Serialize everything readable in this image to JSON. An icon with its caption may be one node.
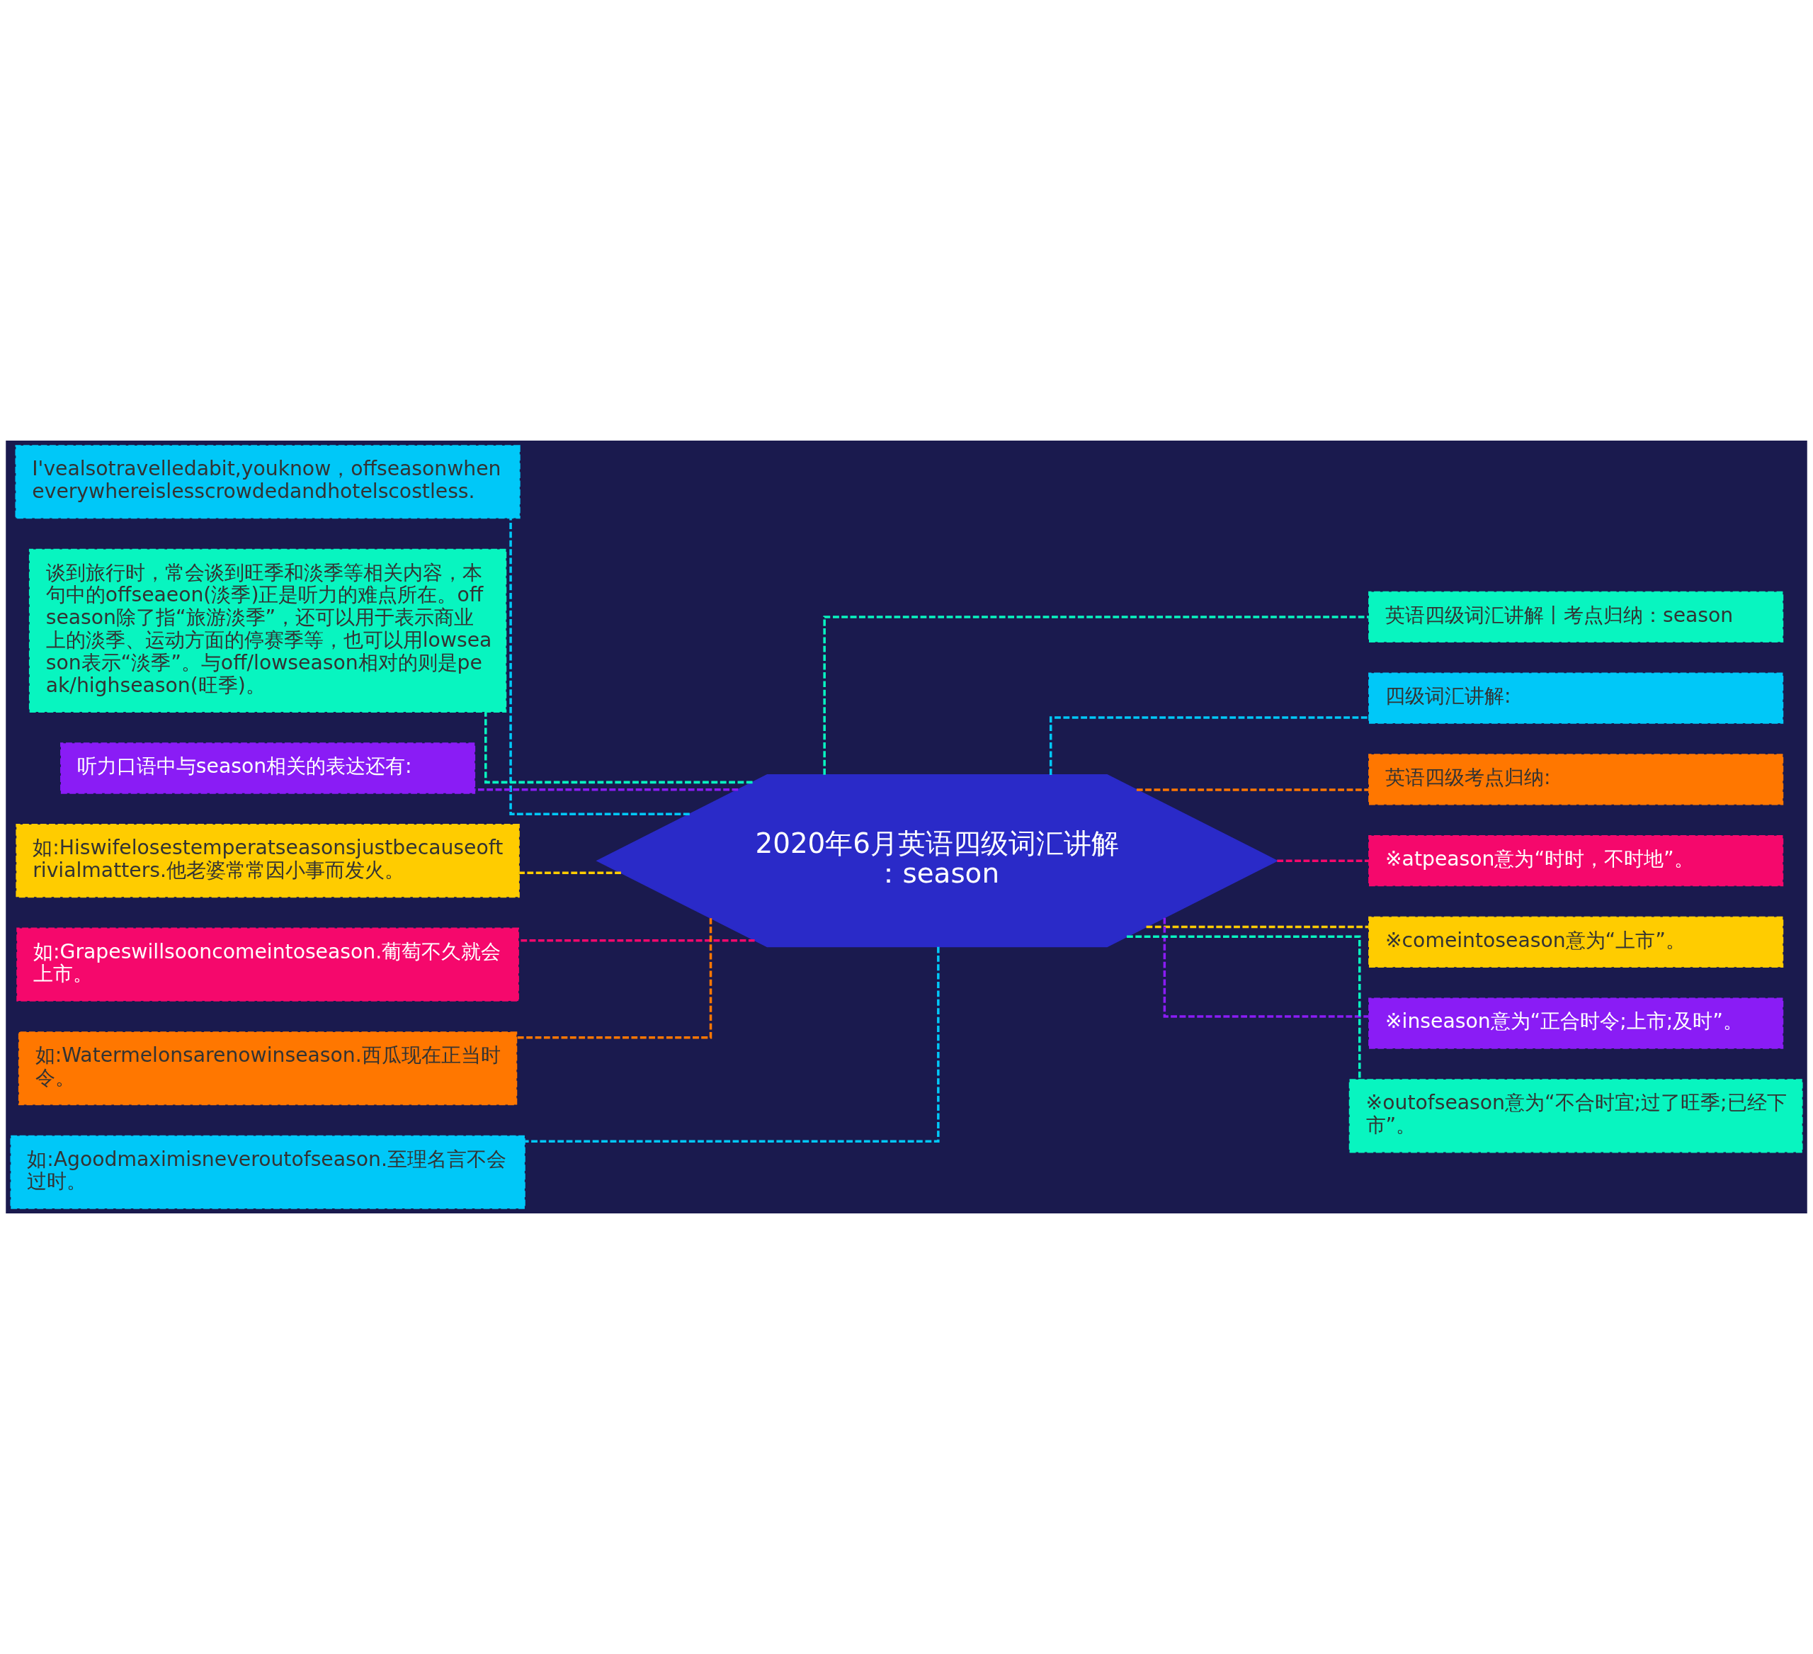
{
  "diagram": {
    "nodes": [
      {
        "text": [
          "2020年6月英语四级词汇讲解：season"
        ]
      },
      {
        "text": [
          "I'vealsotravelledabit,youknow，offseasonwheneverywhereislesscrowdedandhotelscostless."
        ]
      },
      {
        "text": [
          "谈到旅行时，常会谈到旺季和淡季等相关内容，本句中的offseaeon(淡季)正是听力的难点所在。offseason除了指“旅游淡季”，还可以用于表示商业上的淡季、运动方面的停赛季等，也可以用lowseason表示“淡季”。与off/lowseason相对的则是peak/highseason(旺季)。"
        ]
      },
      {
        "text": [
          "听力口语中与season相关的表达还有:"
        ]
      },
      {
        "text": [
          "如:Hiswifelosestemperatseasonsjustbecauseoftrivialmatters.他老婆常常因小事而发火。"
        ]
      },
      {
        "text": [
          "如:Grapeswillsooncomeintoseason.葡萄不久就会上市。"
        ]
      },
      {
        "text": [
          "如:Watermelonsarenowinseason.西瓜现在正当时令。"
        ]
      },
      {
        "text": [
          "如:Agoodmaximisneveroutofseason.至理名言不会过时。"
        ]
      },
      {
        "text": [
          "英语四级词汇讲解丨考点归纳：season"
        ]
      },
      {
        "text": [
          "四级词汇讲解:"
        ]
      },
      {
        "text": [
          "英语四级考点归纳:"
        ]
      },
      {
        "text": [
          "※atpeason意为“时时，不时地”。"
        ]
      },
      {
        "text": [
          "※comeintoseason意为“上市”。"
        ]
      },
      {
        "text": [
          "※inseason意为“正合时令;上市;及时”。"
        ]
      },
      {
        "text": [
          "※outofseason意为“不合时宜;过了旺季;已经下市”。"
        ]
      }
    ],
    "edges": [
      {
        "from": 0,
        "to": 1,
        "arrow": "none",
        "style": "dashed",
        "color": "#00c8f8"
      },
      {
        "from": 0,
        "to": 2,
        "arrow": "none",
        "style": "dashed",
        "color": "#08f5c0"
      },
      {
        "from": 0,
        "to": 3,
        "arrow": "none",
        "style": "dashed",
        "color": "#8a1cf5"
      },
      {
        "from": 0,
        "to": 4,
        "arrow": "none",
        "style": "dashed",
        "color": "#ffcc00"
      },
      {
        "from": 0,
        "to": 5,
        "arrow": "none",
        "style": "dashed",
        "color": "#f5086c"
      },
      {
        "from": 0,
        "to": 6,
        "arrow": "none",
        "style": "dashed",
        "color": "#ff7700"
      },
      {
        "from": 0,
        "to": 7,
        "arrow": "none",
        "style": "dashed",
        "color": "#00c8f8"
      },
      {
        "from": 0,
        "to": 8,
        "arrow": "none",
        "style": "dashed",
        "color": "#08f5c0"
      },
      {
        "from": 0,
        "to": 9,
        "arrow": "none",
        "style": "dashed",
        "color": "#00c8f8"
      },
      {
        "from": 0,
        "to": 10,
        "arrow": "none",
        "style": "dashed",
        "color": "#ff7700"
      },
      {
        "from": 0,
        "to": 11,
        "arrow": "none",
        "style": "dashed",
        "color": "#f5086c"
      },
      {
        "from": 0,
        "to": 12,
        "arrow": "none",
        "style": "dashed",
        "color": "#ffcc00"
      },
      {
        "from": 0,
        "to": 13,
        "arrow": "none",
        "style": "dashed",
        "color": "#8a1cf5"
      },
      {
        "from": 0,
        "to": 14,
        "arrow": "none",
        "style": "dashed",
        "color": "#08f5c0"
      }
    ]
  }
}
